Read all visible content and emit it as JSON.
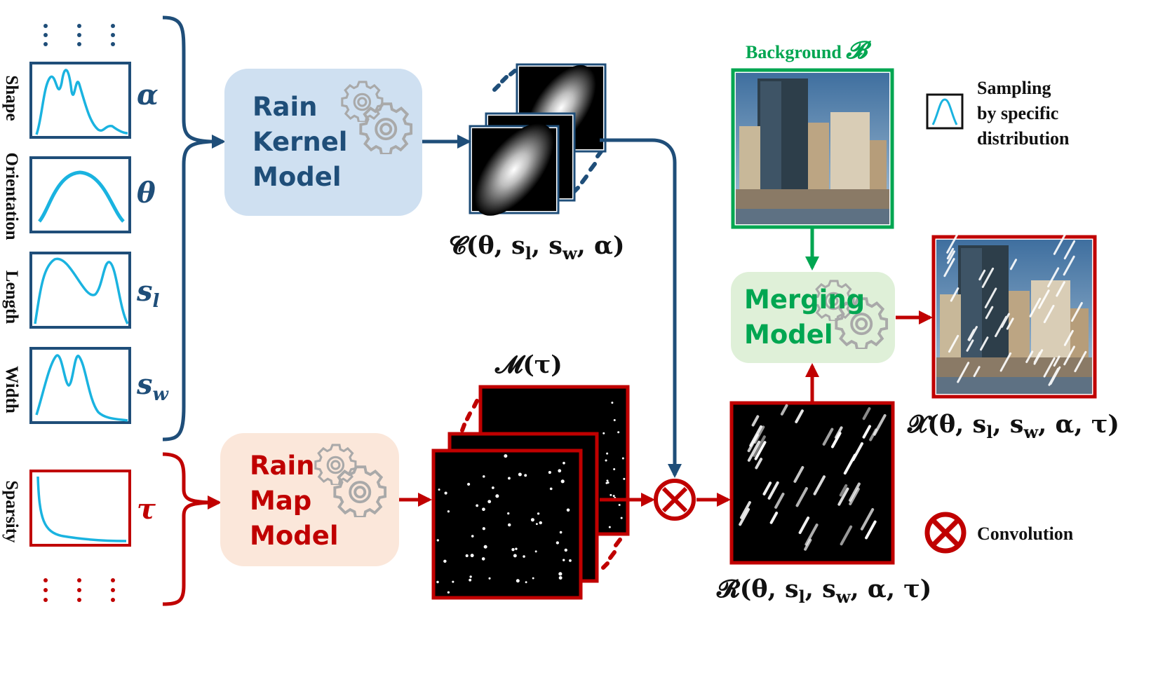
{
  "params": {
    "shape": {
      "label": "Shape",
      "symbol": "α"
    },
    "orientation": {
      "label": "Orientation",
      "symbol": "θ"
    },
    "length": {
      "label": "Length",
      "symbol": "s",
      "sub": "l"
    },
    "width": {
      "label": "Width",
      "symbol": "s",
      "sub": "w"
    },
    "sparsity": {
      "label": "Sparsity",
      "symbol": "τ"
    }
  },
  "models": {
    "kernel": {
      "line1": "Rain",
      "line2": "Kernel",
      "line3": "Model"
    },
    "map": {
      "line1": "Rain",
      "line2": "Map",
      "line3": "Model"
    },
    "merging": {
      "line1": "Merging",
      "line2": "Model"
    }
  },
  "formulas": {
    "kernel": "𝓒(θ, s_l, s_w, α)",
    "map": "𝓜(τ)",
    "rain": "𝓡(θ, s_l, s_w, α, τ)",
    "output": "𝓧(θ, s_l, s_w, α, τ)"
  },
  "background": {
    "label": "Background",
    "symbol": "𝓑"
  },
  "legend": {
    "sampling_line1": "Sampling",
    "sampling_line2": "by specific",
    "sampling_line3": "distribution",
    "convolution": "Convolution"
  },
  "colors": {
    "blue": "#1f4e79",
    "red": "#c00000",
    "green": "#00a651",
    "curve": "#1ab3e0",
    "kernel_box": "#cfe0f1",
    "map_box": "#fbe7da",
    "merge_box": "#dff0d8"
  }
}
